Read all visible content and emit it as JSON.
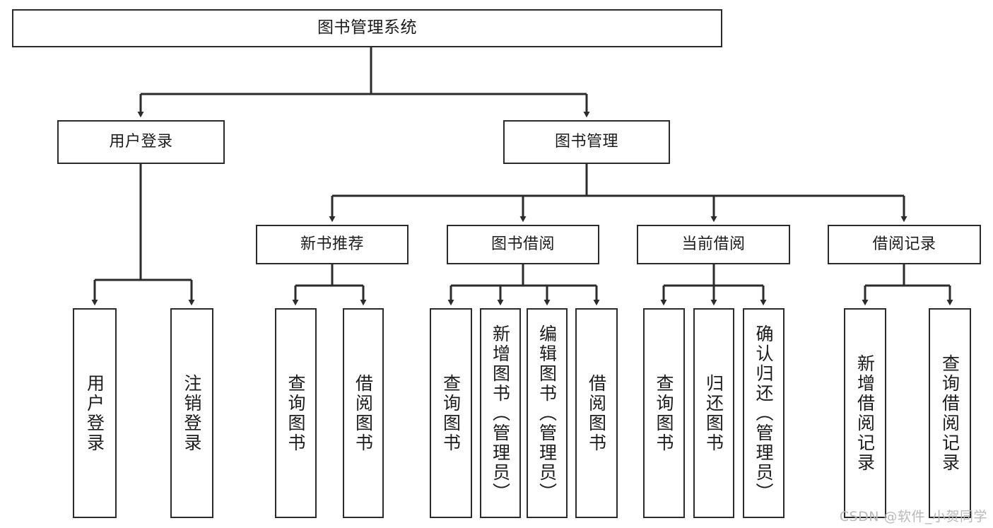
{
  "diagram": {
    "title": "图书管理系统",
    "type": "tree-hierarchy-chart",
    "colors": {
      "box_border": "#2b2b2b",
      "box_fill": "#ffffff",
      "connector": "#2b2b2b",
      "watermark": "#b9b9b9"
    },
    "root": {
      "label": "图书管理系统"
    },
    "level2": [
      {
        "label": "用户登录"
      },
      {
        "label": "图书管理"
      }
    ],
    "level3": [
      {
        "label": "新书推荐"
      },
      {
        "label": "图书借阅"
      },
      {
        "label": "当前借阅"
      },
      {
        "label": "借阅记录"
      }
    ],
    "leaves": {
      "user_login": [
        {
          "label": "用户登录"
        },
        {
          "label": "注销登录"
        }
      ],
      "new_book_recommend": [
        {
          "label": "查询图书"
        },
        {
          "label": "借阅图书"
        }
      ],
      "book_borrow": [
        {
          "label": "查询图书"
        },
        {
          "label": "新增图书（管理员）"
        },
        {
          "label": "编辑图书（管理员）"
        },
        {
          "label": "借阅图书"
        }
      ],
      "current_borrow": [
        {
          "label": "查询图书"
        },
        {
          "label": "归还图书"
        },
        {
          "label": "确认归还（管理员）"
        }
      ],
      "borrow_record": [
        {
          "label": "新增借阅记录"
        },
        {
          "label": "查询借阅记录"
        }
      ]
    }
  },
  "watermark": {
    "text": "CSDN @软件_小贺同学"
  }
}
